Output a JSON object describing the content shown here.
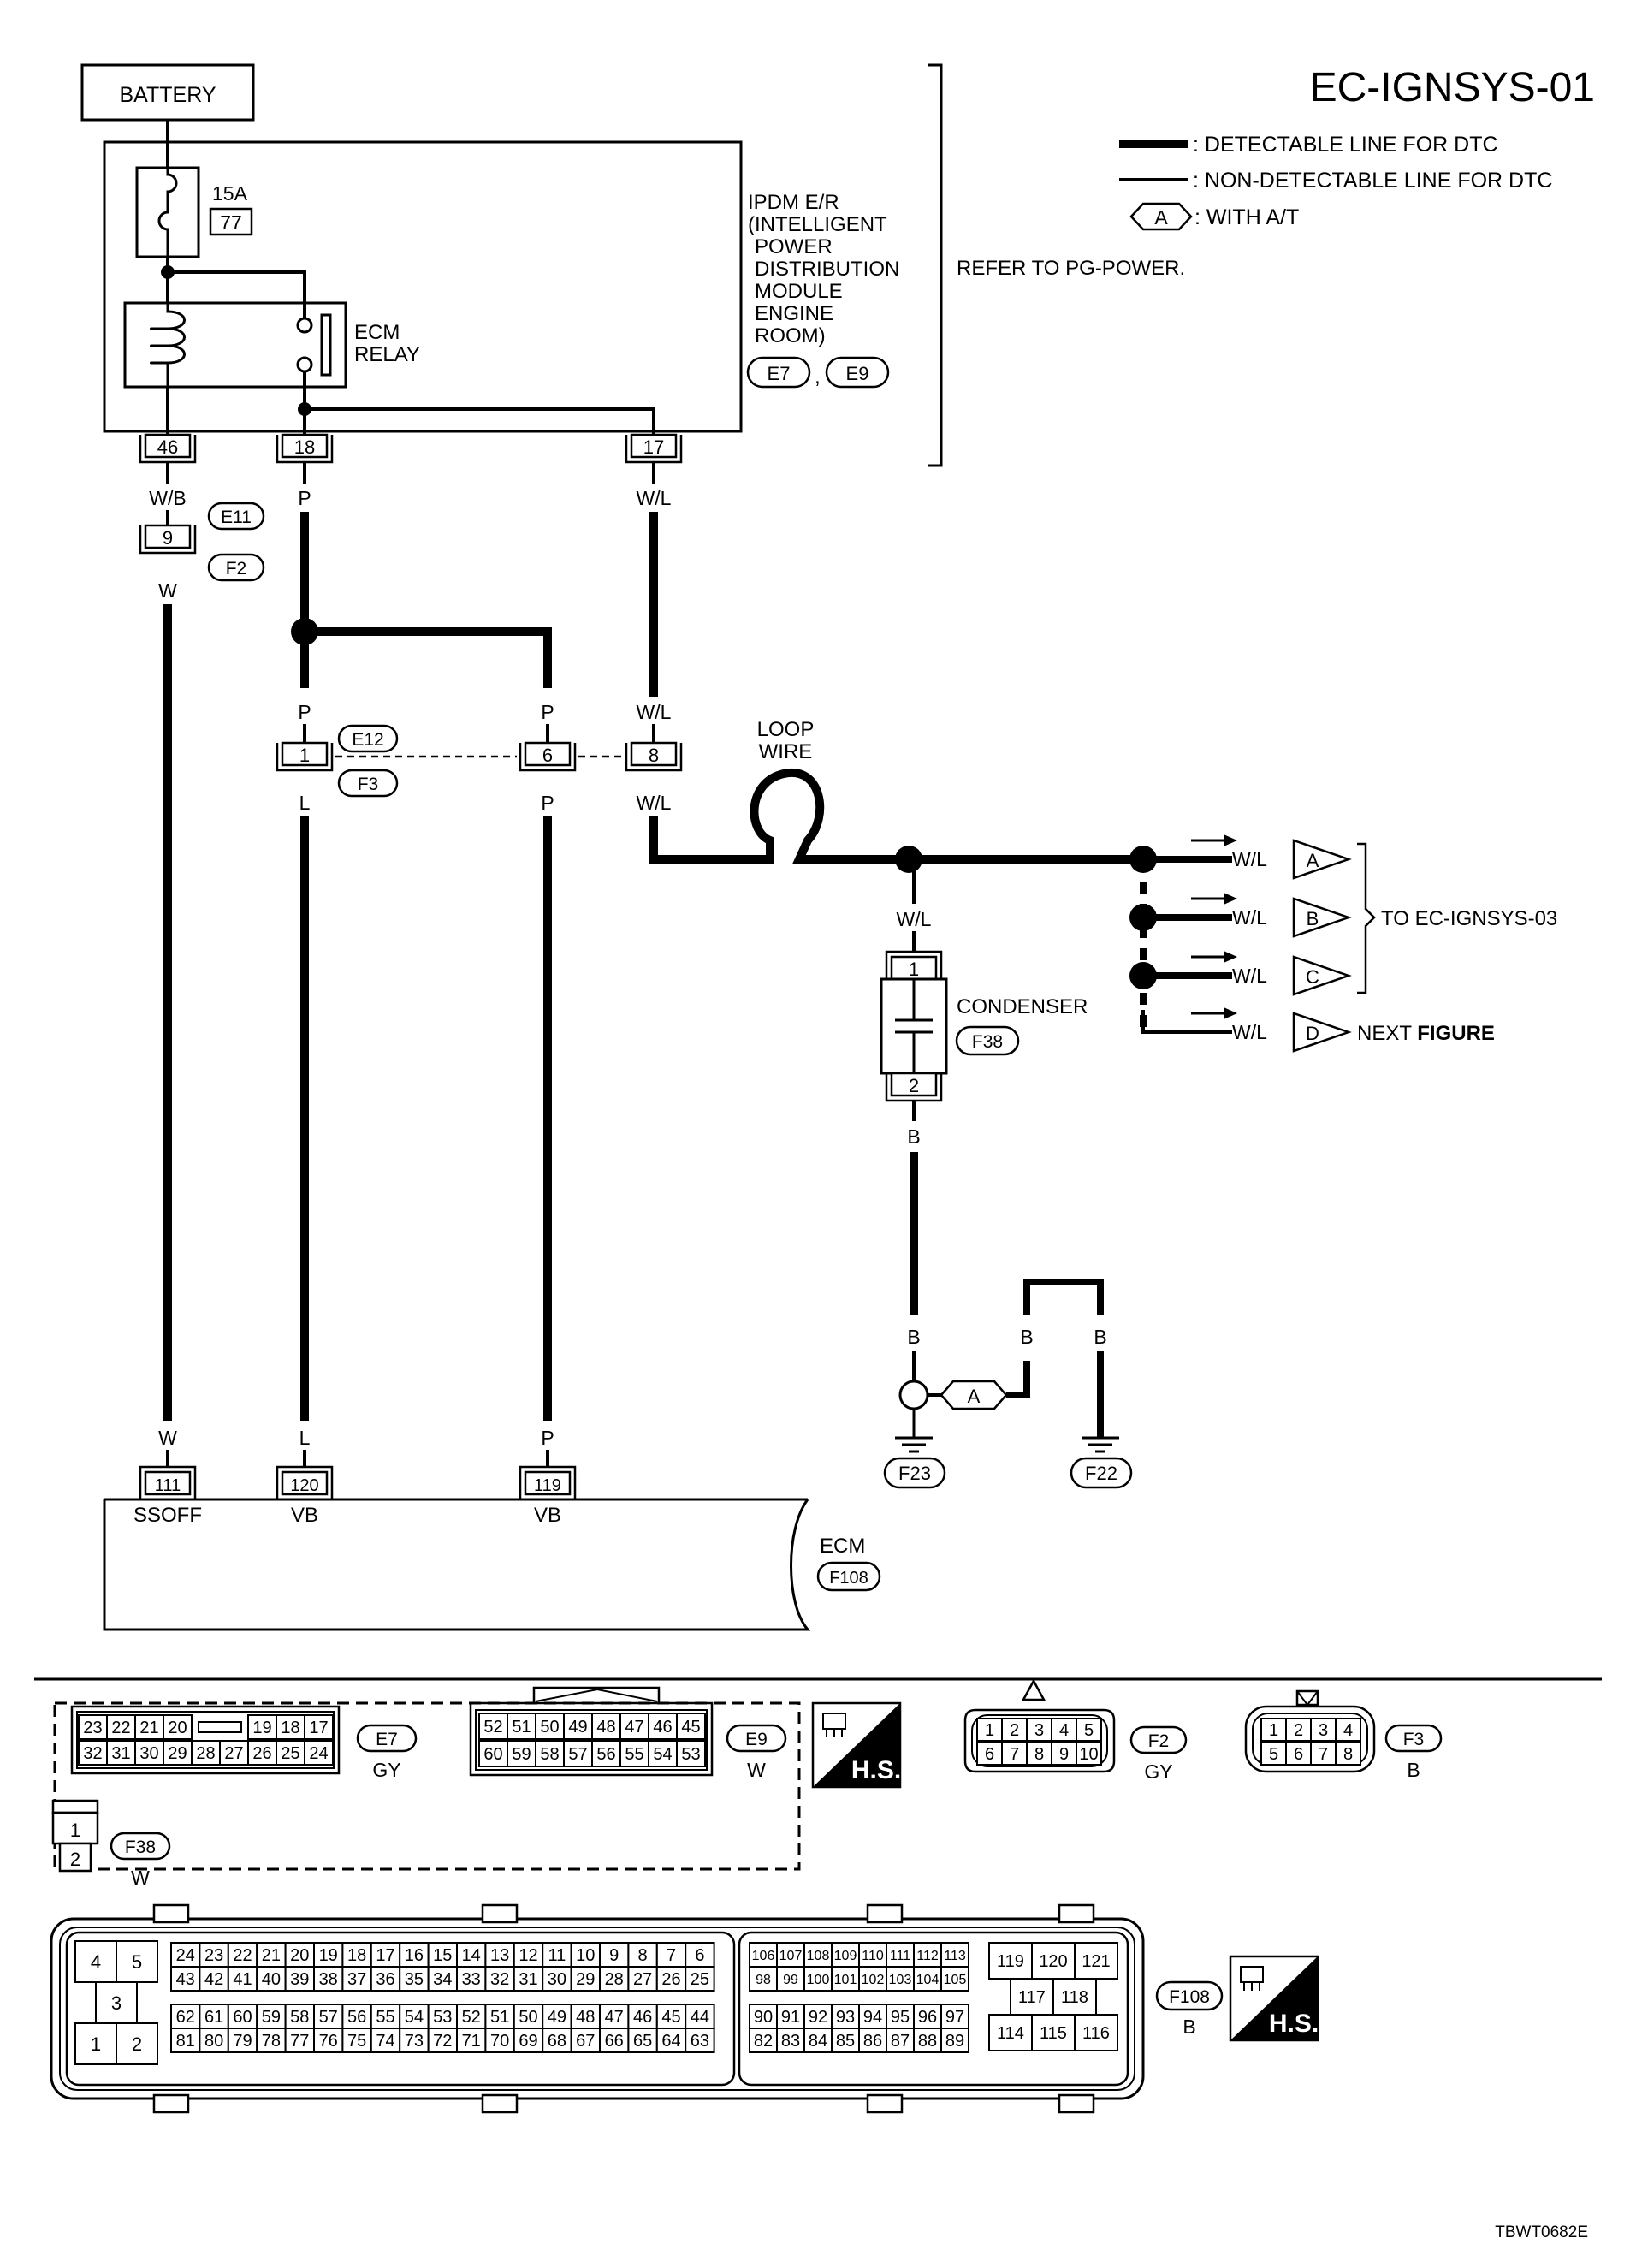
{
  "diagram_id": "EC-IGNSYS-01",
  "footer_code": "TBWT0682E",
  "legend": {
    "detectable": ": DETECTABLE LINE FOR DTC",
    "non_detectable": ": NON-DETECTABLE LINE FOR DTC",
    "with_at_symbol": "A",
    "with_at": ": WITH A/T"
  },
  "battery": "BATTERY",
  "fuse": {
    "rating": "15A",
    "number": "77"
  },
  "relay": {
    "line1": "ECM",
    "line2": "RELAY"
  },
  "ipdm": {
    "lines": [
      "IPDM E/R",
      "(INTELLIGENT",
      "POWER",
      "DISTRIBUTION",
      "MODULE",
      "ENGINE",
      "ROOM)"
    ],
    "conn1": "E7",
    "conn_sep": ",",
    "conn2": "E9"
  },
  "refer": "REFER TO PG-POWER.",
  "ipdm_terminals": [
    "46",
    "18",
    "17"
  ],
  "wires": {
    "wb": "W/B",
    "w": "W",
    "p": "P",
    "wl": "W/L",
    "l": "L",
    "b": "B"
  },
  "joint_e11": {
    "terminal": "9",
    "conn1": "E11",
    "conn2": "F2"
  },
  "joint_e12": {
    "terminals": [
      "1",
      "6",
      "8"
    ],
    "conn1": "E12",
    "conn2": "F3"
  },
  "loop_wire": [
    "LOOP",
    "WIRE"
  ],
  "condenser": {
    "label": "CONDENSER",
    "conn": "F38",
    "pins": [
      "1",
      "2"
    ]
  },
  "outputs": [
    {
      "wire": "W/L",
      "letter": "A"
    },
    {
      "wire": "W/L",
      "letter": "B"
    },
    {
      "wire": "W/L",
      "letter": "C"
    },
    {
      "wire": "W/L",
      "letter": "D"
    }
  ],
  "to_ref": "TO EC-IGNSYS-03",
  "next_figure": {
    "prefix": "NEXT ",
    "bold": "FIGURE"
  },
  "grounds": {
    "g1": "F23",
    "g2": "F22",
    "option_letter": "A"
  },
  "ecm": {
    "label": "ECM",
    "conn": "F108",
    "pins": [
      {
        "num": "111",
        "name": "SSOFF"
      },
      {
        "num": "120",
        "name": "VB"
      },
      {
        "num": "119",
        "name": "VB"
      }
    ]
  },
  "connectors": {
    "e7": {
      "id": "E7",
      "color": "GY",
      "row1": [
        "23",
        "22",
        "21",
        "20",
        "",
        "19",
        "18",
        "17"
      ],
      "row2": [
        "32",
        "31",
        "30",
        "29",
        "28",
        "27",
        "26",
        "25",
        "24"
      ]
    },
    "e9": {
      "id": "E9",
      "color": "W",
      "row1": [
        "52",
        "51",
        "50",
        "49",
        "48",
        "47",
        "46",
        "45"
      ],
      "row2": [
        "60",
        "59",
        "58",
        "57",
        "56",
        "55",
        "54",
        "53"
      ]
    },
    "hs": "H.S.",
    "f2": {
      "id": "F2",
      "color": "GY",
      "row1": [
        "1",
        "2",
        "3",
        "4",
        "5"
      ],
      "row2": [
        "6",
        "7",
        "8",
        "9",
        "10"
      ]
    },
    "f3": {
      "id": "F3",
      "color": "B",
      "row1": [
        "1",
        "2",
        "3",
        "4"
      ],
      "row2": [
        "5",
        "6",
        "7",
        "8"
      ]
    },
    "f38": {
      "id": "F38",
      "color": "W",
      "pins": [
        "1",
        "2"
      ]
    },
    "f108": {
      "id": "F108",
      "color": "B",
      "left": [
        "4",
        "5",
        "3",
        "1",
        "2"
      ],
      "m1_row1": [
        "24",
        "23",
        "22",
        "21",
        "20",
        "19",
        "18",
        "17",
        "16",
        "15",
        "14",
        "13",
        "12",
        "11",
        "10",
        "9",
        "8",
        "7",
        "6"
      ],
      "m1_row2": [
        "43",
        "42",
        "41",
        "40",
        "39",
        "38",
        "37",
        "36",
        "35",
        "34",
        "33",
        "32",
        "31",
        "30",
        "29",
        "28",
        "27",
        "26",
        "25"
      ],
      "m1_row3": [
        "62",
        "61",
        "60",
        "59",
        "58",
        "57",
        "56",
        "55",
        "54",
        "53",
        "52",
        "51",
        "50",
        "49",
        "48",
        "47",
        "46",
        "45",
        "44"
      ],
      "m1_row4": [
        "81",
        "80",
        "79",
        "78",
        "77",
        "76",
        "75",
        "74",
        "73",
        "72",
        "71",
        "70",
        "69",
        "68",
        "67",
        "66",
        "65",
        "64",
        "63"
      ],
      "m2_row1": [
        "106",
        "107",
        "108",
        "109",
        "110",
        "111",
        "112",
        "113"
      ],
      "m2_row2": [
        "98",
        "99",
        "100",
        "101",
        "102",
        "103",
        "104",
        "105"
      ],
      "m2_row3": [
        "90",
        "91",
        "92",
        "93",
        "94",
        "95",
        "96",
        "97"
      ],
      "m2_row4": [
        "82",
        "83",
        "84",
        "85",
        "86",
        "87",
        "88",
        "89"
      ],
      "r_row1": [
        "119",
        "120",
        "121"
      ],
      "r_row2": [
        "117",
        "118"
      ],
      "r_row3": [
        "114",
        "115",
        "116"
      ]
    }
  }
}
